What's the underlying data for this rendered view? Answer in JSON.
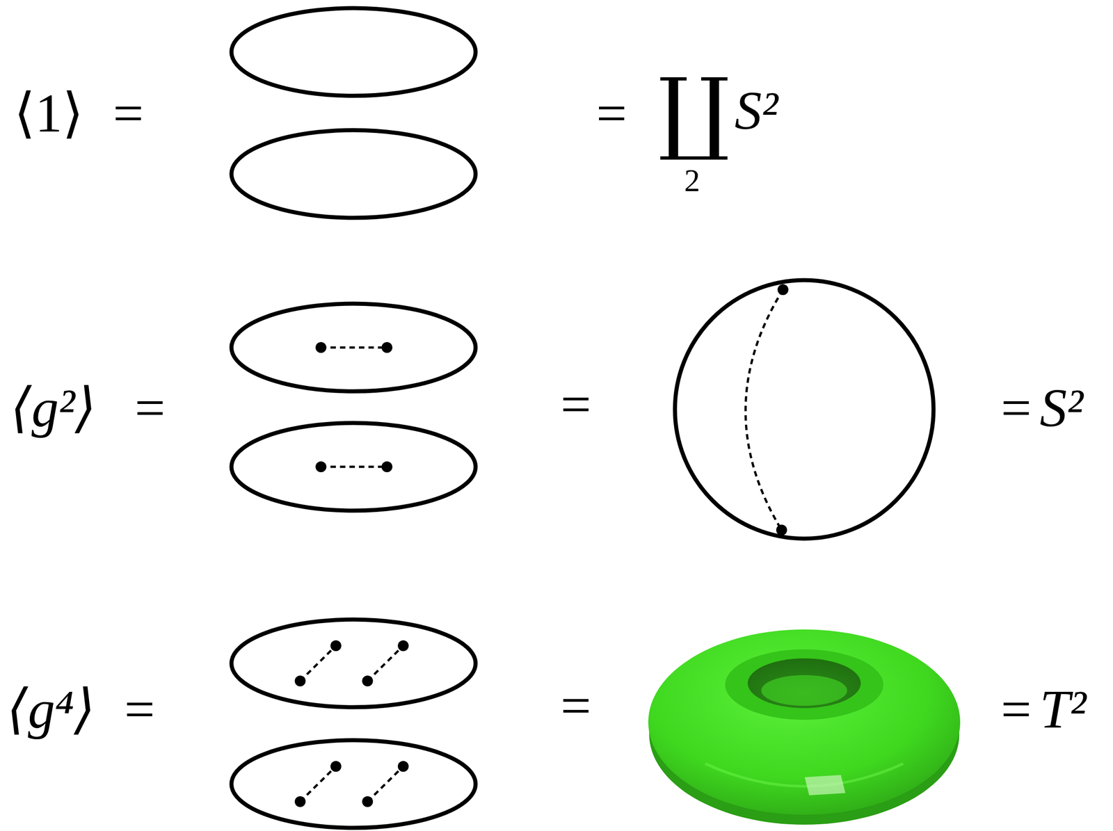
{
  "diagram": {
    "labels": [
      "⟨1⟩",
      "=",
      "=",
      "∐",
      "2",
      "S²",
      "⟨g²⟩",
      "=",
      "=",
      "=",
      "S²",
      "⟨g⁴⟩",
      "=",
      "=",
      "=",
      "T²"
    ]
  }
}
